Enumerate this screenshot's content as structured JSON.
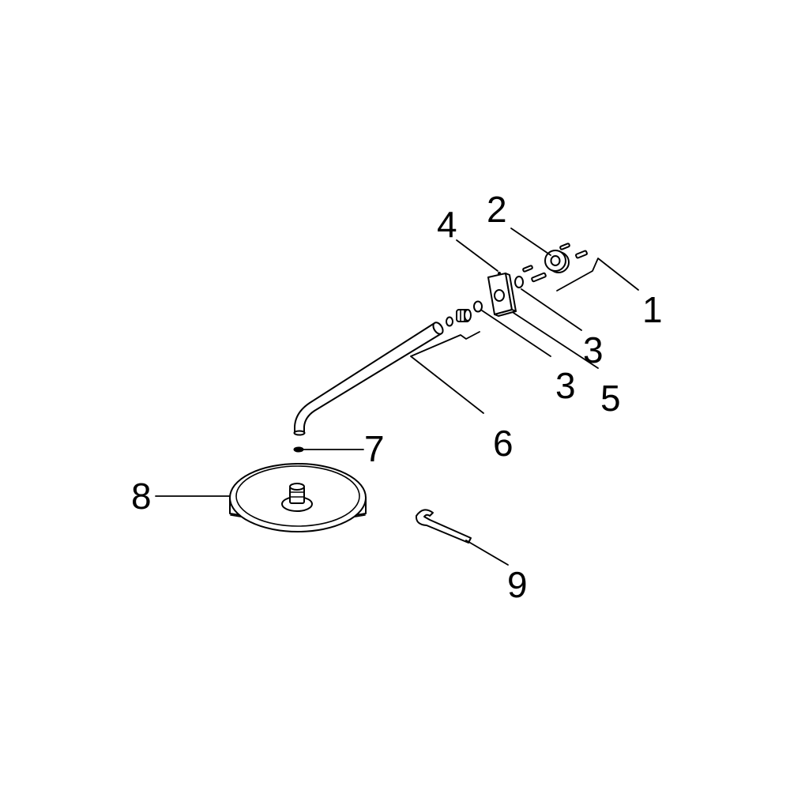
{
  "callouts": [
    {
      "id": "1",
      "text": "1"
    },
    {
      "id": "2",
      "text": "2"
    },
    {
      "id": "3a",
      "text": "3"
    },
    {
      "id": "3b",
      "text": "3"
    },
    {
      "id": "4",
      "text": "4"
    },
    {
      "id": "5",
      "text": "5"
    },
    {
      "id": "6",
      "text": "6"
    },
    {
      "id": "7",
      "text": "7"
    },
    {
      "id": "8",
      "text": "8"
    },
    {
      "id": "9",
      "text": "9"
    }
  ],
  "colors": {
    "line": "#000000",
    "background": "#ffffff"
  }
}
